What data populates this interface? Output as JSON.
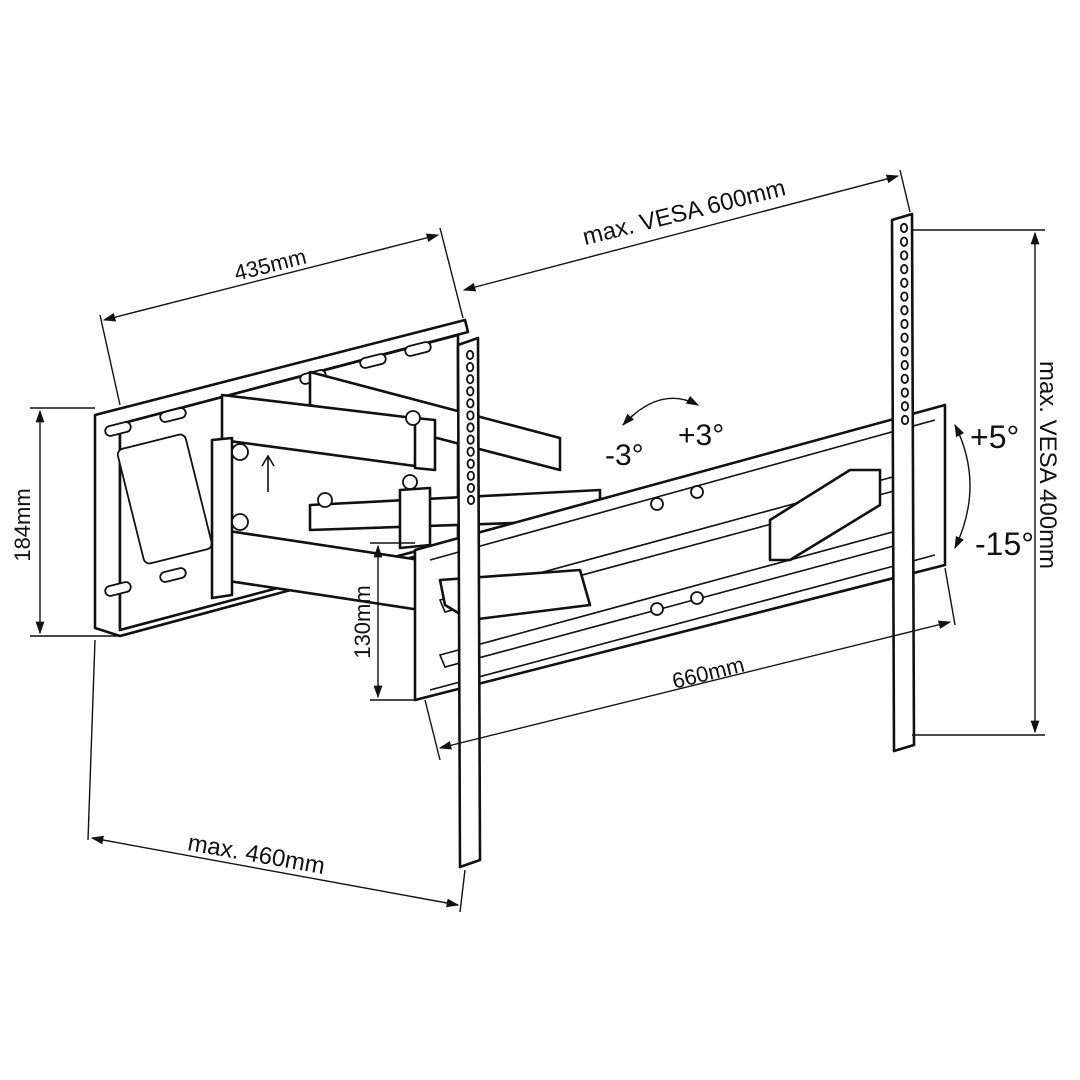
{
  "diagram": {
    "subject": "full-motion TV wall mount with double articulating arm",
    "dimensions": {
      "wall_plate_width": "435mm",
      "vesa_max_horizontal": "max. VESA 600mm",
      "vesa_max_vertical": "max. VESA 400mm",
      "wall_plate_height": "184mm",
      "arm_bracket_height": "130mm",
      "tv_bracket_width": "660mm",
      "max_extension": "max. 460mm"
    },
    "angles": {
      "swivel_left": "-3°",
      "swivel_right": "+3°",
      "tilt_up": "+5°",
      "tilt_down": "-15°"
    }
  }
}
